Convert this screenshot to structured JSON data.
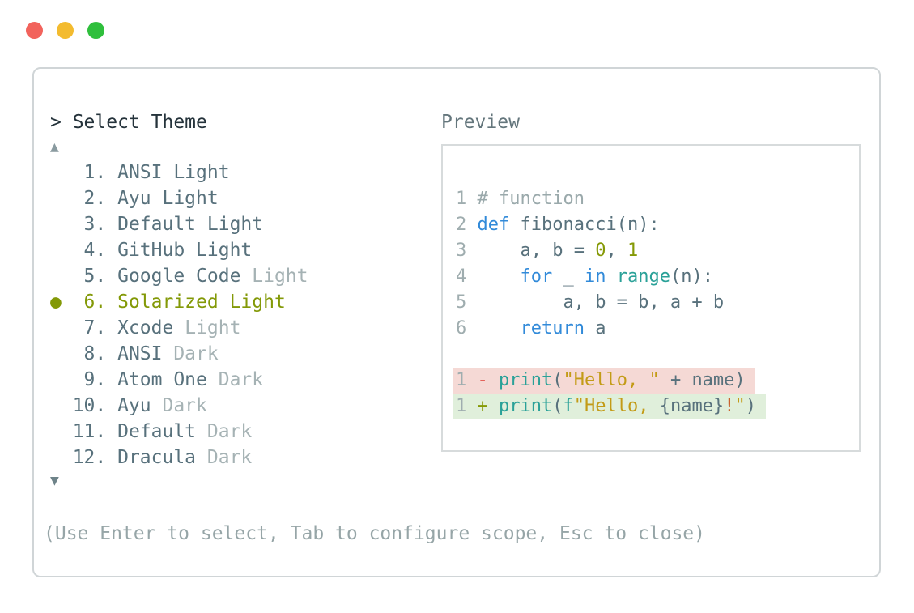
{
  "window": {
    "controls": [
      {
        "name": "close",
        "color": "#f2635c"
      },
      {
        "name": "minimize",
        "color": "#f3bb2f"
      },
      {
        "name": "zoom",
        "color": "#2fbf3c"
      }
    ]
  },
  "picker": {
    "title": "> Select Theme",
    "scroll_up": "▲",
    "scroll_down": "▼",
    "selected_marker": "●",
    "items": [
      {
        "num": "1",
        "name": "ANSI",
        "suffix": "Light",
        "suffix_dim": false,
        "selected": false
      },
      {
        "num": "2",
        "name": "Ayu",
        "suffix": "Light",
        "suffix_dim": false,
        "selected": false
      },
      {
        "num": "3",
        "name": "Default",
        "suffix": "Light",
        "suffix_dim": false,
        "selected": false
      },
      {
        "num": "4",
        "name": "GitHub",
        "suffix": "Light",
        "suffix_dim": false,
        "selected": false
      },
      {
        "num": "5",
        "name": "Google Code",
        "suffix": "Light",
        "suffix_dim": true,
        "selected": false
      },
      {
        "num": "6",
        "name": "Solarized",
        "suffix": "Light",
        "suffix_dim": false,
        "selected": true
      },
      {
        "num": "7",
        "name": "Xcode",
        "suffix": "Light",
        "suffix_dim": true,
        "selected": false
      },
      {
        "num": "8",
        "name": "ANSI",
        "suffix": "Dark",
        "suffix_dim": true,
        "selected": false
      },
      {
        "num": "9",
        "name": "Atom One",
        "suffix": "Dark",
        "suffix_dim": true,
        "selected": false
      },
      {
        "num": "10",
        "name": "Ayu",
        "suffix": "Dark",
        "suffix_dim": true,
        "selected": false
      },
      {
        "num": "11",
        "name": "Default",
        "suffix": "Dark",
        "suffix_dim": true,
        "selected": false
      },
      {
        "num": "12",
        "name": "Dracula",
        "suffix": "Dark",
        "suffix_dim": true,
        "selected": false
      }
    ],
    "help": "(Use Enter to select, Tab to configure scope, Esc to close)"
  },
  "preview": {
    "label": "Preview",
    "code_lines": [
      {
        "num": "1",
        "segments": [
          {
            "text": "# function",
            "style": "comment"
          }
        ]
      },
      {
        "num": "2",
        "segments": [
          {
            "text": "def",
            "style": "keyword"
          },
          {
            "text": " fibonacci(n):",
            "style": "code"
          }
        ]
      },
      {
        "num": "3",
        "segments": [
          {
            "text": "    a, b = ",
            "style": "code"
          },
          {
            "text": "0",
            "style": "number"
          },
          {
            "text": ", ",
            "style": "code"
          },
          {
            "text": "1",
            "style": "number"
          }
        ]
      },
      {
        "num": "4",
        "segments": [
          {
            "text": "    ",
            "style": "code"
          },
          {
            "text": "for",
            "style": "keyword"
          },
          {
            "text": " _ ",
            "style": "code"
          },
          {
            "text": "in",
            "style": "keyword"
          },
          {
            "text": " ",
            "style": "code"
          },
          {
            "text": "range",
            "style": "function"
          },
          {
            "text": "(n):",
            "style": "code"
          }
        ]
      },
      {
        "num": "5",
        "segments": [
          {
            "text": "        a, b = b, a + b",
            "style": "code"
          }
        ]
      },
      {
        "num": "6",
        "segments": [
          {
            "text": "    ",
            "style": "code"
          },
          {
            "text": "return",
            "style": "keyword"
          },
          {
            "text": " a",
            "style": "code"
          }
        ]
      }
    ],
    "diff_lines": [
      {
        "num": "1",
        "kind": "removed",
        "segments": [
          {
            "text": "- ",
            "style": "removed-marker"
          },
          {
            "text": "print",
            "style": "function"
          },
          {
            "text": "(",
            "style": "code"
          },
          {
            "text": "\"Hello, \"",
            "style": "string"
          },
          {
            "text": " + name)",
            "style": "code"
          }
        ]
      },
      {
        "num": "1",
        "kind": "added",
        "segments": [
          {
            "text": "+ ",
            "style": "added-marker"
          },
          {
            "text": "print",
            "style": "function"
          },
          {
            "text": "(",
            "style": "code"
          },
          {
            "text": "f",
            "style": "function"
          },
          {
            "text": "\"Hello, ",
            "style": "string"
          },
          {
            "text": "{name}",
            "style": "code"
          },
          {
            "text": "!",
            "style": "interp-bang"
          },
          {
            "text": "\"",
            "style": "string"
          },
          {
            "text": ")",
            "style": "code"
          }
        ]
      }
    ]
  },
  "colors": {
    "accent": "#839907",
    "slate": "#58717c",
    "dim": "#a5b2b4",
    "keyword": "#318ad9",
    "function": "#2aa198",
    "number": "#859906",
    "string": "#c39b16",
    "orange": "#c95f28",
    "removed": "#e0433c",
    "added": "#859906",
    "removed_bg": "#f5d9d5",
    "added_bg": "#e0efdb"
  }
}
